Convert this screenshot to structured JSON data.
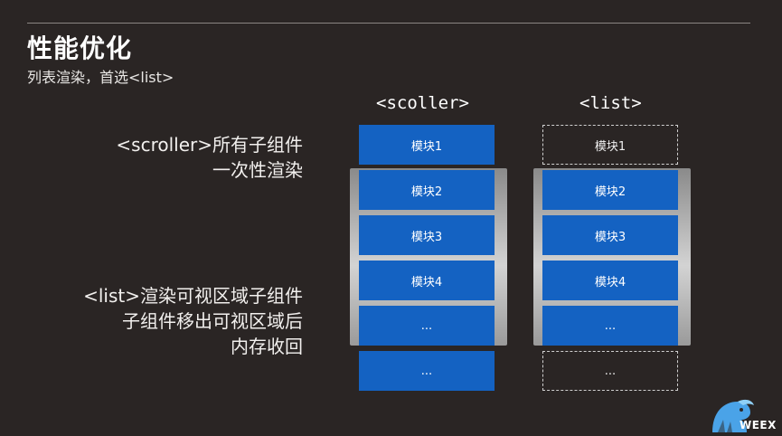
{
  "slide": {
    "title": "性能优化",
    "subtitle": "列表渲染，首选<list>"
  },
  "columns": {
    "scroller_label": "<scoller>",
    "list_label": "<list>"
  },
  "descriptions": {
    "scroller_line1": "<scroller>所有子组件",
    "scroller_line2": "一次性渲染",
    "list_line1": "<list>渲染可视区域子组件",
    "list_line2": "子组件移出可视区域后",
    "list_line3": "内存收回"
  },
  "scroller_modules": [
    "模块1",
    "模块2",
    "模块3",
    "模块4",
    "...",
    "..."
  ],
  "list_modules": [
    "模块1",
    "模块2",
    "模块3",
    "模块4",
    "...",
    "..."
  ],
  "list_module_states": [
    "dashed",
    "solid",
    "solid",
    "solid",
    "solid",
    "dashed"
  ],
  "logo": {
    "text": "WEEX",
    "icon": "weex-bird-icon"
  },
  "colors": {
    "background": "#2a2524",
    "module_blue": "#1462c2",
    "logo_blue": "#4aa3e8"
  }
}
